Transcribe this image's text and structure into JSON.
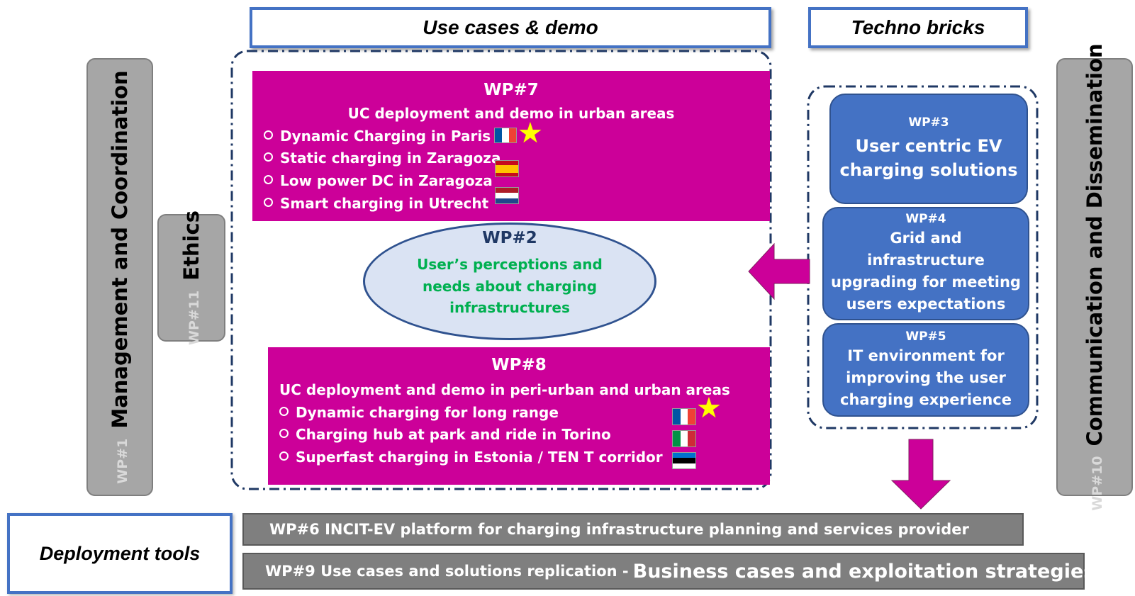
{
  "headers": {
    "use_cases": "Use cases & demo",
    "techno": "Techno bricks",
    "deployment": "Deployment tools"
  },
  "wp1": {
    "num": "WP#1",
    "label": "Management and Coordination"
  },
  "wp11": {
    "num": "WP#11",
    "label": "Ethics"
  },
  "wp10": {
    "num": "WP#10",
    "label": "Communication and Dissemination"
  },
  "wp7": {
    "title": "WP#7",
    "subtitle": "UC deployment and demo in urban areas",
    "items": [
      {
        "label": "Dynamic Charging in Paris",
        "flag": "france",
        "starred": true
      },
      {
        "label": "Static charging in Zaragoza",
        "flag": "spain"
      },
      {
        "label": "Low power DC in Zaragoza",
        "flag": "spain"
      },
      {
        "label": "Smart charging in Utrecht",
        "flag": "netherlands"
      }
    ]
  },
  "wp2": {
    "title": "WP#2",
    "text1": "User’s perceptions and",
    "text2": "needs about charging",
    "text3": "infrastructures"
  },
  "wp8": {
    "title": "WP#8",
    "subtitle": "UC deployment and demo in peri-urban and urban areas",
    "items": [
      {
        "label": "Dynamic charging for long range",
        "flag": "france",
        "starred": true
      },
      {
        "label": "Charging hub at park and ride in Torino",
        "flag": "italy"
      },
      {
        "label": "Superfast charging in Estonia / TEN T corridor",
        "flag": "estonia"
      }
    ]
  },
  "wp3": {
    "title": "WP#3",
    "line1": "User centric EV",
    "line2": "charging solutions"
  },
  "wp4": {
    "title": "WP#4",
    "line1": "Grid and",
    "line2": "infrastructure",
    "line3": "upgrading for meeting",
    "line4": "users expectations"
  },
  "wp5": {
    "title": "WP#5",
    "line1": "IT environment for",
    "line2": "improving the user",
    "line3": "charging experience"
  },
  "wp6": {
    "label": "WP#6 INCIT-EV platform for charging infrastructure planning and services provider"
  },
  "wp9": {
    "label_small": "WP#9 Use cases and solutions replication -",
    "label_big": "Business cases and exploitation strategies"
  },
  "colors": {
    "magenta": "#cc0099",
    "blue": "#4472c4",
    "gray": "#a6a6a6",
    "dark_gray": "#7f7f7f",
    "green": "#00b050",
    "wp2_title": "#1f3864",
    "header_border": "#4472c4"
  }
}
